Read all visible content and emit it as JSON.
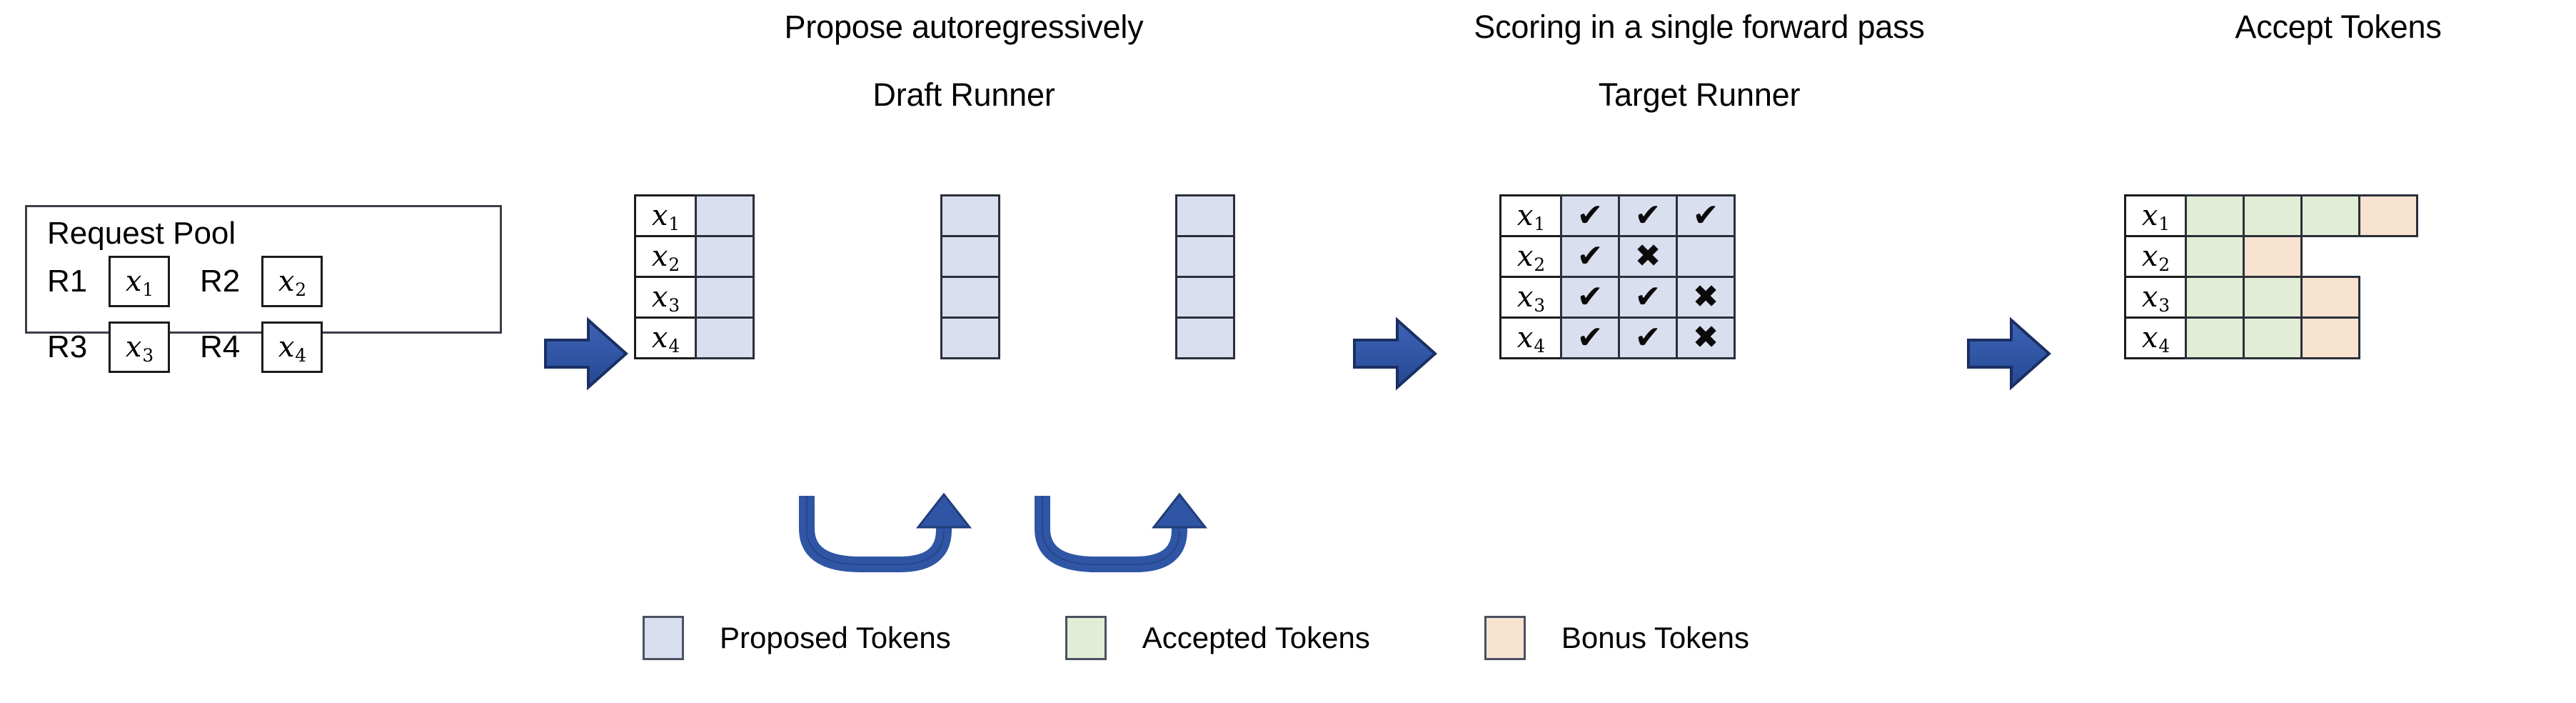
{
  "figure": {
    "title": "Speculative decoding pipeline",
    "background": "#ffffff"
  },
  "colors": {
    "proposed": "#d9dfef",
    "accepted": "#e2edd5",
    "bonus": "#f8e2d0",
    "arrow_blue": "#2f55a4",
    "arrow_blue_dark": "#1f3d7a",
    "border": "#2b2f3a",
    "text": "#000000"
  },
  "headings": {
    "propose": "Propose autoregressively",
    "draft_runner": "Draft Runner",
    "scoring": "Scoring in a single forward pass",
    "target_runner": "Target Runner",
    "accept": "Accept Tokens"
  },
  "request_pool": {
    "title": "Request Pool",
    "entries": [
      {
        "id": "R1",
        "token": "x",
        "sub": "1"
      },
      {
        "id": "R2",
        "token": "x",
        "sub": "2"
      },
      {
        "id": "R3",
        "token": "x",
        "sub": "3"
      },
      {
        "id": "R4",
        "token": "x",
        "sub": "4"
      }
    ]
  },
  "row_labels": [
    {
      "token": "x",
      "sub": "1"
    },
    {
      "token": "x",
      "sub": "2"
    },
    {
      "token": "x",
      "sub": "3"
    },
    {
      "token": "x",
      "sub": "4"
    }
  ],
  "draft_runner": {
    "step_count": 3,
    "rows": 4,
    "steps": [
      {
        "step": 1,
        "cells": [
          "proposed",
          "proposed",
          "proposed",
          "proposed"
        ]
      },
      {
        "step": 2,
        "cells": [
          "proposed",
          "proposed",
          "proposed",
          "proposed"
        ]
      },
      {
        "step": 3,
        "cells": [
          "proposed",
          "proposed",
          "proposed",
          "proposed"
        ]
      }
    ],
    "loop_arrows": 2
  },
  "target_runner": {
    "columns": 3,
    "rows": [
      {
        "label": "x1",
        "marks": [
          "check",
          "check",
          "check"
        ]
      },
      {
        "label": "x2",
        "marks": [
          "check",
          "cross",
          "none"
        ]
      },
      {
        "label": "x3",
        "marks": [
          "check",
          "check",
          "cross"
        ]
      },
      {
        "label": "x4",
        "marks": [
          "check",
          "check",
          "cross"
        ]
      }
    ],
    "glyphs": {
      "check": "✔",
      "cross": "✖",
      "none": ""
    }
  },
  "accept_tokens": {
    "rows": [
      {
        "label": "x1",
        "cells": [
          "accepted",
          "accepted",
          "accepted",
          "bonus"
        ]
      },
      {
        "label": "x2",
        "cells": [
          "accepted",
          "bonus"
        ]
      },
      {
        "label": "x3",
        "cells": [
          "accepted",
          "accepted",
          "bonus"
        ]
      },
      {
        "label": "x4",
        "cells": [
          "accepted",
          "accepted",
          "bonus"
        ]
      }
    ]
  },
  "flow_arrows": [
    {
      "name": "pool-to-draft"
    },
    {
      "name": "draft-to-target"
    },
    {
      "name": "target-to-accept"
    }
  ],
  "legend": [
    {
      "label": "Proposed Tokens",
      "color": "#d9dfef"
    },
    {
      "label": "Accepted Tokens",
      "color": "#e2edd5"
    },
    {
      "label": "Bonus Tokens",
      "color": "#f8e2d0"
    }
  ]
}
